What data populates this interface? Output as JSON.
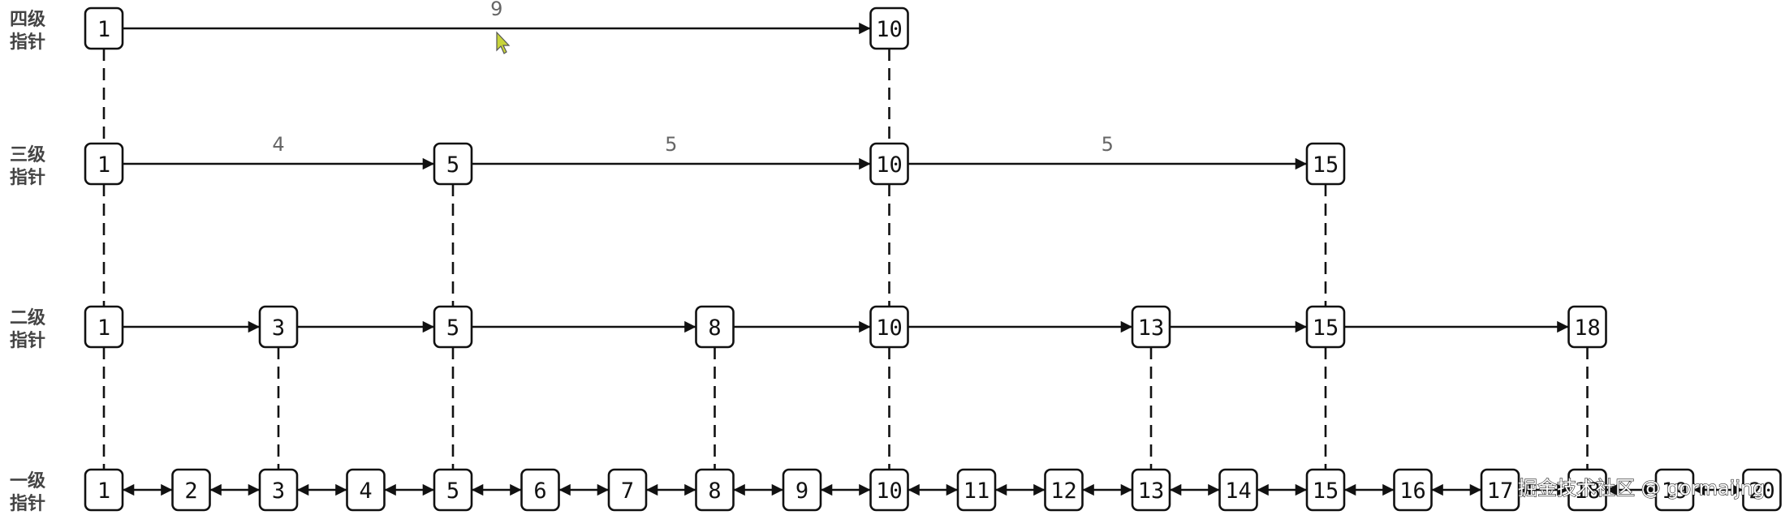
{
  "levels": [
    {
      "label_line1": "四级",
      "label_line2": "指针",
      "nodes": [
        1,
        10
      ],
      "spans": [
        "9"
      ]
    },
    {
      "label_line1": "三级",
      "label_line2": "指针",
      "nodes": [
        1,
        5,
        10,
        15
      ],
      "spans": [
        "4",
        "5",
        "5"
      ]
    },
    {
      "label_line1": "二级",
      "label_line2": "指针",
      "nodes": [
        1,
        3,
        5,
        8,
        10,
        13,
        15,
        18
      ],
      "spans": []
    },
    {
      "label_line1": "一级",
      "label_line2": "指针",
      "nodes": [
        1,
        2,
        3,
        4,
        5,
        6,
        7,
        8,
        9,
        10,
        11,
        12,
        13,
        14,
        15,
        16,
        17,
        18,
        19,
        20
      ],
      "spans": [],
      "bidirectional": true
    }
  ],
  "watermark": "掘金技术社区 @ gormaijng",
  "colors": {
    "line": "#111111",
    "label": "#444444",
    "span": "#666666",
    "cursor": "#c8d43a"
  },
  "icons": {
    "cursor": "mouse-pointer-icon"
  }
}
